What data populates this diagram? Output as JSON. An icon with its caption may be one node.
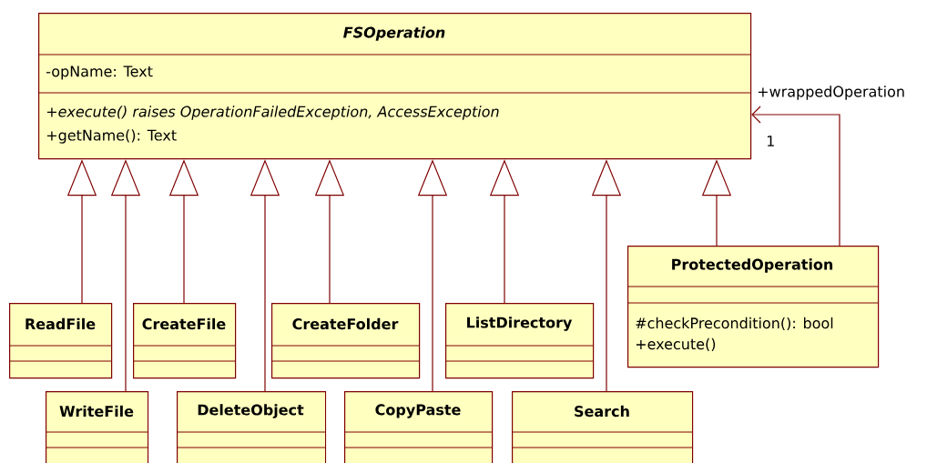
{
  "diagram": {
    "nodes": [
      {
        "text": [
          "FSOperation",
          "-opName: Text",
          "+execute() raises OperationFailedException, AccessException",
          "+getName(): Text"
        ]
      },
      {
        "text": [
          "ReadFile"
        ]
      },
      {
        "text": [
          "WriteFile"
        ]
      },
      {
        "text": [
          "CreateFile"
        ]
      },
      {
        "text": [
          "DeleteObject"
        ]
      },
      {
        "text": [
          "CreateFolder"
        ]
      },
      {
        "text": [
          "CopyPaste"
        ]
      },
      {
        "text": [
          "ListDirectory"
        ]
      },
      {
        "text": [
          "Search"
        ]
      },
      {
        "text": [
          "ProtectedOperation",
          "#checkPrecondition(): bool",
          "+execute()"
        ]
      }
    ],
    "edges": [
      {
        "from": 1,
        "to": 0,
        "arrow": "to"
      },
      {
        "from": 2,
        "to": 0,
        "arrow": "to"
      },
      {
        "from": 3,
        "to": 0,
        "arrow": "to"
      },
      {
        "from": 4,
        "to": 0,
        "arrow": "to"
      },
      {
        "from": 5,
        "to": 0,
        "arrow": "to"
      },
      {
        "from": 6,
        "to": 0,
        "arrow": "to"
      },
      {
        "from": 7,
        "to": 0,
        "arrow": "to"
      },
      {
        "from": 8,
        "to": 0,
        "arrow": "to"
      },
      {
        "from": 9,
        "to": 0,
        "arrow": "to"
      },
      {
        "from": 9,
        "to": 0,
        "arrow": "to",
        "label": "+wrappedOperation"
      }
    ],
    "labels": [
      "1"
    ]
  }
}
